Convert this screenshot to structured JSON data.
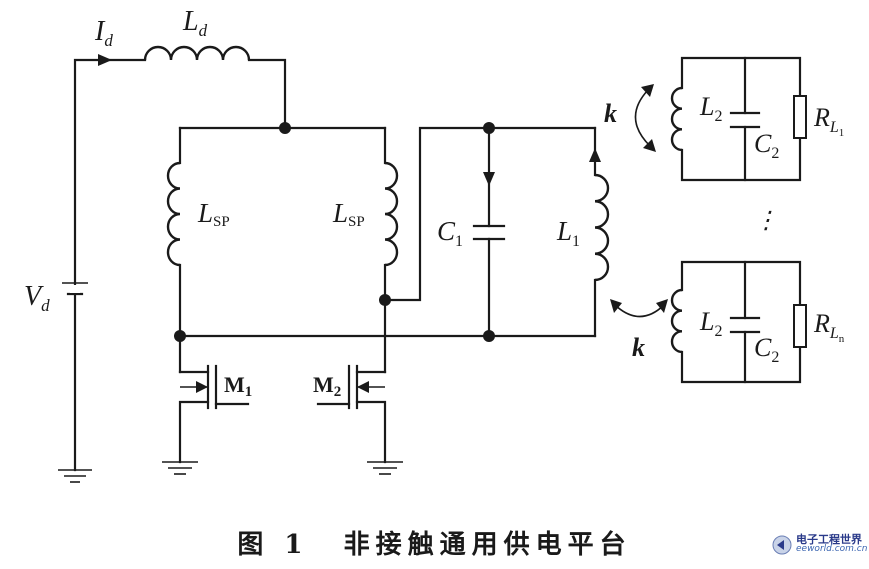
{
  "labels": {
    "Id": {
      "main": "I",
      "sub": "d"
    },
    "Ld": {
      "main": "L",
      "sub": "d"
    },
    "Vd": {
      "main": "V",
      "sub": "d"
    },
    "Lsp_left": {
      "main": "L",
      "sub": "SP"
    },
    "Lsp_right": {
      "main": "L",
      "sub": "SP"
    },
    "C1": {
      "main": "C",
      "sub": "1"
    },
    "L1": {
      "main": "L",
      "sub": "1"
    },
    "M1": {
      "main": "M",
      "sub": "1"
    },
    "M2": {
      "main": "M",
      "sub": "2"
    },
    "k_top": "k",
    "k_bottom": "k",
    "load1": {
      "L2": {
        "main": "L",
        "sub": "2"
      },
      "C2": {
        "main": "C",
        "sub": "2"
      },
      "R": {
        "main": "R",
        "sub": "L",
        "subsub": "1"
      }
    },
    "loadn": {
      "L2": {
        "main": "L",
        "sub": "2"
      },
      "C2": {
        "main": "C",
        "sub": "2"
      },
      "R": {
        "main": "R",
        "sub": "L",
        "subsub": "n"
      }
    },
    "ellipsis": "⋮"
  },
  "caption": {
    "fig": "图 1",
    "title": "非接触通用供电平台"
  },
  "watermark": {
    "name": "电子工程世界",
    "url": "eeworld.com.cn"
  }
}
